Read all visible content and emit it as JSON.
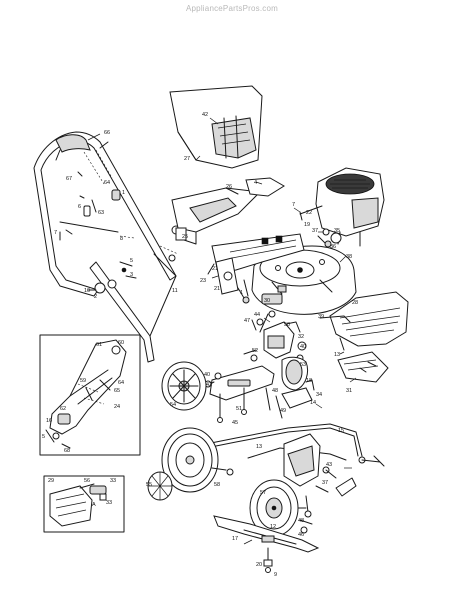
{
  "watermark": "AppliancePartsPros.com",
  "callouts": [
    {
      "id": "c-66",
      "text": "66"
    },
    {
      "id": "c-42",
      "text": "42"
    },
    {
      "id": "c-27",
      "text": "27"
    },
    {
      "id": "c-67",
      "text": "67"
    },
    {
      "id": "c-64a",
      "text": "64"
    },
    {
      "id": "c-1a",
      "text": "1"
    },
    {
      "id": "c-6",
      "text": "6"
    },
    {
      "id": "c-63",
      "text": "63"
    },
    {
      "id": "c-7a",
      "text": "7"
    },
    {
      "id": "c-26",
      "text": "26"
    },
    {
      "id": "c-4",
      "text": "4"
    },
    {
      "id": "c-7b",
      "text": "7"
    },
    {
      "id": "c-22",
      "text": "22"
    },
    {
      "id": "c-19a",
      "text": "19"
    },
    {
      "id": "c-37a",
      "text": "37"
    },
    {
      "id": "c-35",
      "text": "35"
    },
    {
      "id": "c-36",
      "text": "36"
    },
    {
      "id": "c-23",
      "text": "23"
    },
    {
      "id": "c-21a",
      "text": "21"
    },
    {
      "id": "c-21b",
      "text": "21"
    },
    {
      "id": "c-25",
      "text": "25"
    },
    {
      "id": "c-8",
      "text": "8"
    },
    {
      "id": "c-2",
      "text": "2"
    },
    {
      "id": "c-5a",
      "text": "5"
    },
    {
      "id": "c-3",
      "text": "3"
    },
    {
      "id": "c-10",
      "text": "10"
    },
    {
      "id": "c-11",
      "text": "11"
    },
    {
      "id": "c-1b",
      "text": "1"
    },
    {
      "id": "c-38",
      "text": "38"
    },
    {
      "id": "c-30",
      "text": "30"
    },
    {
      "id": "c-28",
      "text": "28"
    },
    {
      "id": "c-47",
      "text": "47"
    },
    {
      "id": "c-44",
      "text": "44"
    },
    {
      "id": "c-50",
      "text": "50"
    },
    {
      "id": "c-39",
      "text": "39"
    },
    {
      "id": "c-32",
      "text": "32"
    },
    {
      "id": "c-40a",
      "text": "40"
    },
    {
      "id": "c-13a",
      "text": "13"
    },
    {
      "id": "c-61",
      "text": "61"
    },
    {
      "id": "c-60",
      "text": "60"
    },
    {
      "id": "c-59",
      "text": "59"
    },
    {
      "id": "c-64b",
      "text": "64"
    },
    {
      "id": "c-65",
      "text": "65"
    },
    {
      "id": "c-24",
      "text": "24"
    },
    {
      "id": "c-62",
      "text": "62"
    },
    {
      "id": "c-16",
      "text": "16"
    },
    {
      "id": "c-5b",
      "text": "5"
    },
    {
      "id": "c-68",
      "text": "68"
    },
    {
      "id": "c-52",
      "text": "52"
    },
    {
      "id": "c-40b",
      "text": "40"
    },
    {
      "id": "c-42b",
      "text": "42"
    },
    {
      "id": "c-53",
      "text": "53"
    },
    {
      "id": "c-18",
      "text": "18"
    },
    {
      "id": "c-34",
      "text": "34"
    },
    {
      "id": "c-31",
      "text": "31"
    },
    {
      "id": "c-54",
      "text": "54"
    },
    {
      "id": "c-48a",
      "text": "48"
    },
    {
      "id": "c-51",
      "text": "51"
    },
    {
      "id": "c-45",
      "text": "45"
    },
    {
      "id": "c-49",
      "text": "49"
    },
    {
      "id": "c-14",
      "text": "14"
    },
    {
      "id": "c-15",
      "text": "15"
    },
    {
      "id": "c-13b",
      "text": "13"
    },
    {
      "id": "c-43",
      "text": "43"
    },
    {
      "id": "c-37b",
      "text": "37"
    },
    {
      "id": "c-29",
      "text": "29"
    },
    {
      "id": "c-56",
      "text": "56"
    },
    {
      "id": "c-33a",
      "text": "33"
    },
    {
      "id": "c-33b",
      "text": "33"
    },
    {
      "id": "c-a",
      "text": "A"
    },
    {
      "id": "c-55",
      "text": "55"
    },
    {
      "id": "c-58",
      "text": "58"
    },
    {
      "id": "c-57",
      "text": "57"
    },
    {
      "id": "c-12",
      "text": "12"
    },
    {
      "id": "c-48b",
      "text": "48"
    },
    {
      "id": "c-46",
      "text": "46"
    },
    {
      "id": "c-17",
      "text": "17"
    },
    {
      "id": "c-20",
      "text": "20"
    },
    {
      "id": "c-9",
      "text": "9"
    }
  ]
}
